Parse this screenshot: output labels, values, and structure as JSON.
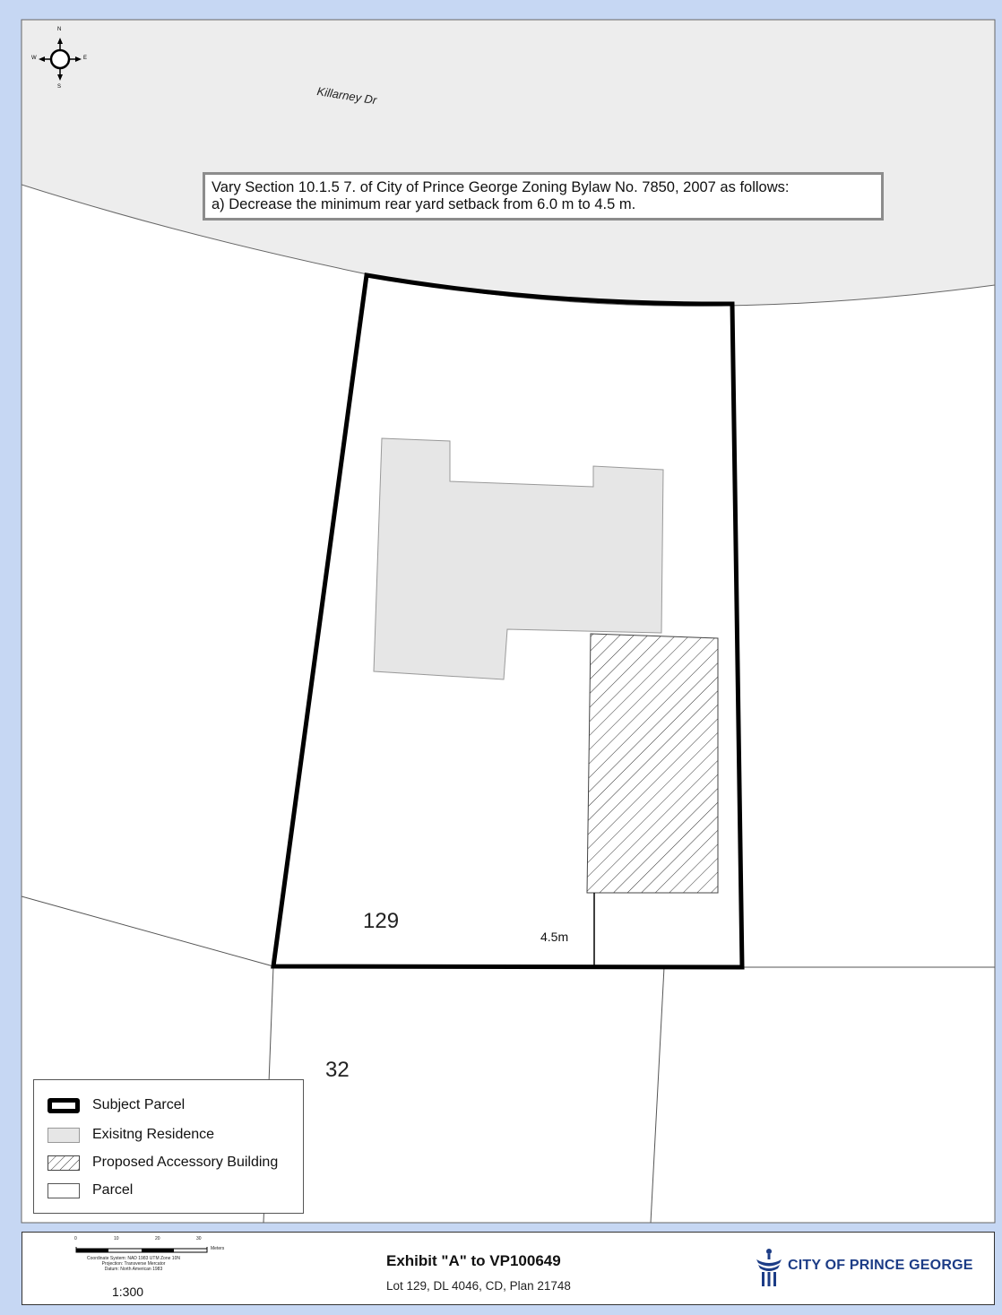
{
  "street": {
    "name": "Killarney Dr"
  },
  "variance": {
    "line1": "Vary Section 10.1.5 7. of City of Prince George Zoning Bylaw No. 7850, 2007 as follows:",
    "line2": "a) Decrease the minimum rear yard setback from 6.0 m to 4.5 m."
  },
  "lots": {
    "subject": "129",
    "south": "32"
  },
  "dimension": {
    "setback_label": "4.5m"
  },
  "compass": {
    "n": "N",
    "s": "S",
    "e": "E",
    "w": "W"
  },
  "legend": {
    "items": [
      {
        "label": "Subject Parcel"
      },
      {
        "label": "Exisitng Residence"
      },
      {
        "label": "Proposed Accessory Building"
      },
      {
        "label": "Parcel"
      }
    ]
  },
  "footer": {
    "title": "Exhibit \"A\" to VP100649",
    "subtitle": "Lot 129, DL 4046, CD, Plan 21748",
    "scale": "1:300",
    "scalebar_ticks": [
      "0",
      "10",
      "20",
      "30"
    ],
    "scalebar_unit": "Meters",
    "projection_lines": [
      "Coordinate System: NAD 1983 UTM Zone 10N",
      "Projection: Transverse Mercator",
      "Datum: North American 1983"
    ],
    "org": "CITY OF PRINCE GEORGE"
  },
  "colors": {
    "frame": "#c6d7f3",
    "road": "#ededed",
    "residence": "#e6e6e6",
    "parcel_line": "#000000",
    "logo": "#1c3c86"
  }
}
